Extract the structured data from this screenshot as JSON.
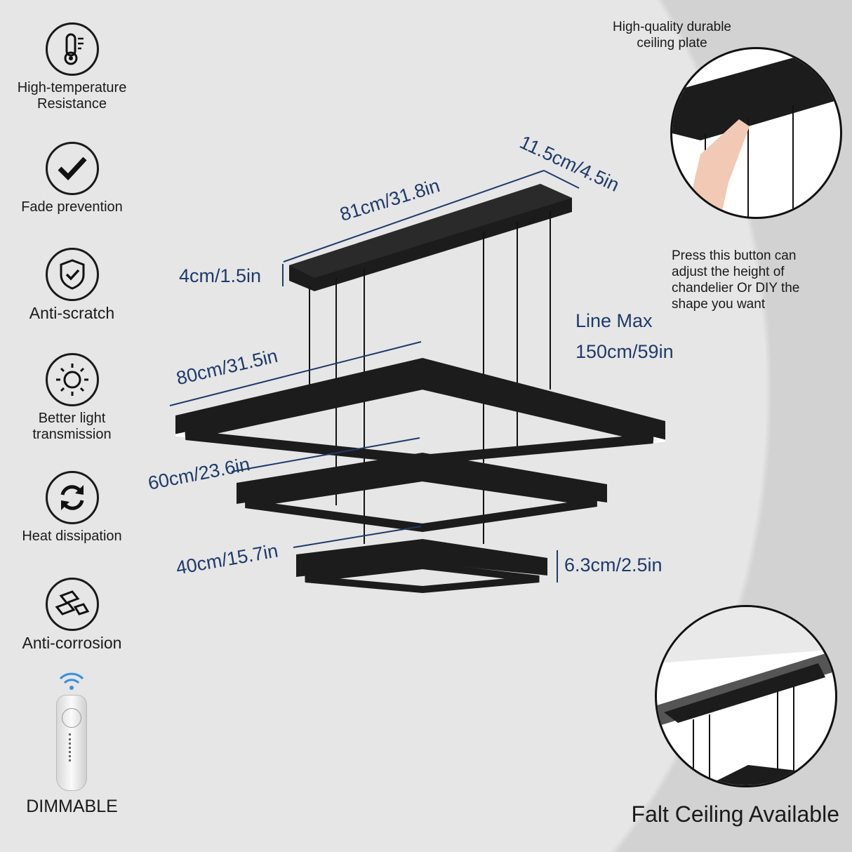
{
  "features": [
    {
      "icon": "thermometer-icon",
      "label": "High-temperature Resistance"
    },
    {
      "icon": "checkmark-icon",
      "label": "Fade prevention"
    },
    {
      "icon": "shield-check-icon",
      "label": "Anti-scratch"
    },
    {
      "icon": "sun-icon",
      "label": "Better light transmission"
    },
    {
      "icon": "refresh-icon",
      "label": "Heat dissipation"
    },
    {
      "icon": "metal-bars-icon",
      "label": "Anti-corrosion"
    }
  ],
  "remote": {
    "icon": "wifi-icon",
    "label": "DIMMABLE"
  },
  "dimensions": {
    "plate_length": "81cm/31.8in",
    "plate_width": "11.5cm/4.5in",
    "plate_height": "4cm/1.5in",
    "ring_large": "80cm/31.5in",
    "ring_medium": "60cm/23.6in",
    "ring_small": "40cm/15.7in",
    "ring_height": "6.3cm/2.5in",
    "line_max_label": "Line Max",
    "line_max_value": "150cm/59in"
  },
  "callouts": {
    "plate_title": "High-quality durable ceiling plate",
    "button_note": "Press this button can adjust the height of chandelier Or DIY the shape you want",
    "flat_ceiling": "Falt Ceiling Available"
  },
  "colors": {
    "dimension_text": "#1f3a6b",
    "fixture": "#1c1c1c"
  }
}
